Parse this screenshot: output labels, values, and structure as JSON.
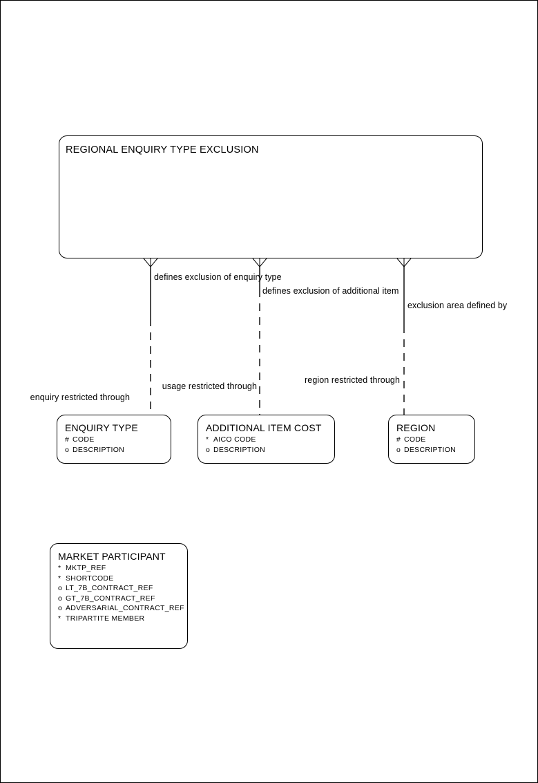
{
  "diagram": {
    "title": "REGIONAL ENQUIRY TYPE EXCLUSION",
    "type": "entity-relationship-diagram",
    "notation": "barker-crows-foot"
  },
  "entities": [
    {
      "id": "regional-enquiry-type-exclusion",
      "name": "REGIONAL ENQUIRY TYPE EXCLUSION",
      "attributes": []
    },
    {
      "id": "enquiry-type",
      "name": "ENQUIRY TYPE",
      "attributes": [
        {
          "marker": "#",
          "label": "CODE"
        },
        {
          "marker": "o",
          "label": "DESCRIPTION"
        }
      ]
    },
    {
      "id": "additional-item-cost",
      "name": "ADDITIONAL ITEM COST",
      "attributes": [
        {
          "marker": "*",
          "label": "AICO CODE"
        },
        {
          "marker": "o",
          "label": "DESCRIPTION"
        }
      ]
    },
    {
      "id": "region",
      "name": "REGION",
      "attributes": [
        {
          "marker": "#",
          "label": "CODE"
        },
        {
          "marker": "o",
          "label": "DESCRIPTION"
        }
      ]
    },
    {
      "id": "market-participant",
      "name": "MARKET PARTICIPANT",
      "attributes": [
        {
          "marker": "*",
          "label": "MKTP_REF"
        },
        {
          "marker": "*",
          "label": "SHORTCODE"
        },
        {
          "marker": "o",
          "label": "LT_7B_CONTRACT_REF"
        },
        {
          "marker": "o",
          "label": "GT_7B_CONTRACT_REF"
        },
        {
          "marker": "o",
          "label": "ADVERSARIAL_CONTRACT_REF"
        },
        {
          "marker": "*",
          "label": "TRIPARTITE MEMBER"
        }
      ]
    }
  ],
  "relationships": [
    {
      "id": "enquiry-type-relationship",
      "from_label": "defines exclusion of enquiry type",
      "to_label": "enquiry restricted through"
    },
    {
      "id": "additional-item-relationship",
      "from_label": "defines exclusion of additional item",
      "to_label": "usage restricted through"
    },
    {
      "id": "region-relationship",
      "from_label": "exclusion area defined by",
      "to_label": "region restricted through"
    }
  ],
  "colors": {
    "line": "#000000",
    "background": "#ffffff",
    "text": "#000000"
  }
}
